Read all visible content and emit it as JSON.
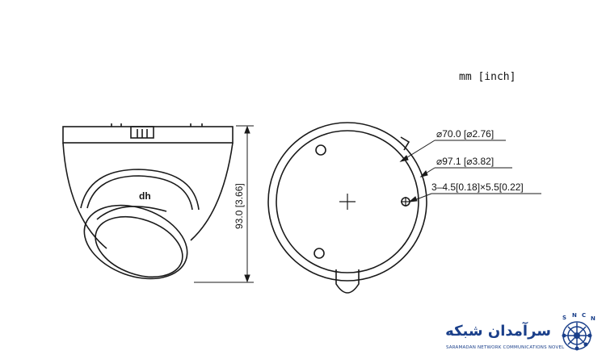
{
  "units_label": "mm [inch]",
  "side_view": {
    "height_dim": "93.0 [3.66]",
    "brand_mark": "dh"
  },
  "front_view": {
    "inner_diameter": "⌀70.0 [⌀2.76]",
    "outer_diameter": "⌀97.1 [⌀3.82]",
    "mounting_holes": "3–4.5[0.18]×5.5[0.22]"
  },
  "logo": {
    "name_fa": "سرآمدان شبکه",
    "name_en": "SARAMADAN NETWORK COMMUNICATIONS NOVEL",
    "mark_letters": [
      "S",
      "N",
      "C",
      "N"
    ]
  },
  "colors": {
    "line": "#1a1a1a",
    "logo_blue": "#1a3f8a"
  }
}
